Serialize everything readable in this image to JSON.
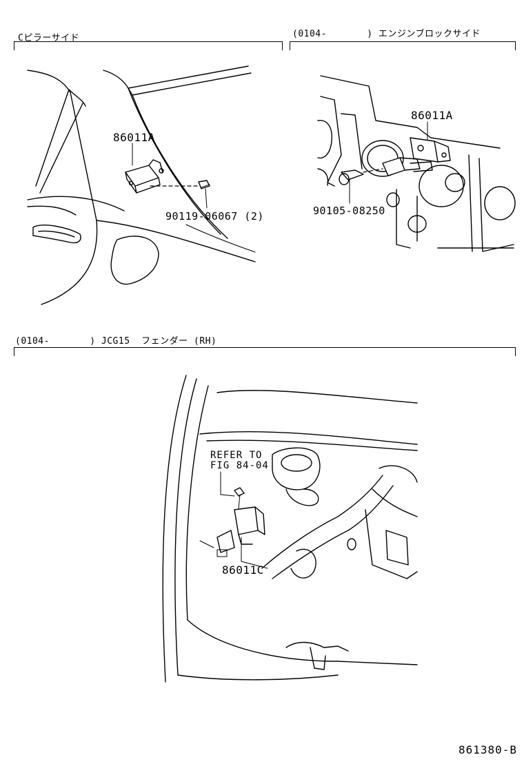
{
  "sections": {
    "c_pillar": {
      "title": "Cピラーサイド",
      "parts": {
        "sensor": "86011A",
        "bolt": "90119-06067 (2)"
      }
    },
    "engine_block": {
      "title": "(0104-       ) エンジンブロックサイド",
      "parts": {
        "sensor": "86011A",
        "bolt": "90105-08250"
      }
    },
    "fender": {
      "title": "(0104-       ) JCG15  フェンダー (RH)",
      "refer": {
        "line1": "REFER TO",
        "line2": "FIG 84-04"
      },
      "parts": {
        "sensor": "86011C"
      }
    }
  },
  "diagram_code": "861380-B"
}
